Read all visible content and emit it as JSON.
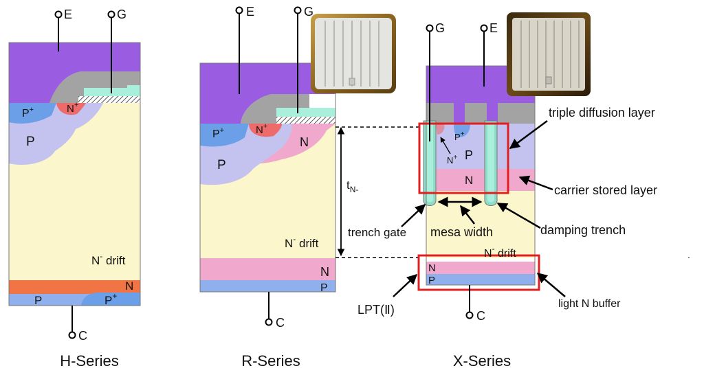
{
  "colors": {
    "metal": "#9a5ce0",
    "gate_poly": "#a3a3a3",
    "gate_oxide": "#a8f0dc",
    "p_plus": "#6b9fe8",
    "n_plus": "#ee6b6b",
    "p_base": "#c4c2ef",
    "n_layer": "#f0a8cc",
    "drift": "#fbf6cc",
    "n_buffer_h": "#f07444",
    "p_collector": "#8fb0ec",
    "highlight_box": "#e02020"
  },
  "h_series": {
    "caption": "H-Series",
    "terminal_e": "E",
    "terminal_g": "G",
    "terminal_c": "C",
    "p_plus": "P",
    "p_plus_sup": "+",
    "n_plus": "N",
    "n_plus_sup": "+",
    "p_base": "P",
    "drift": "N",
    "drift_sup": "-",
    "drift_suffix": " drift",
    "buffer_n": "N",
    "collector_p": "P",
    "collector_p_plus": "P",
    "collector_p_plus_sup": "+"
  },
  "r_series": {
    "caption": "R-Series",
    "terminal_e": "E",
    "terminal_g": "G",
    "terminal_c": "C",
    "p_plus": "P",
    "p_plus_sup": "+",
    "n_plus": "N",
    "n_plus_sup": "+",
    "n_layer": "N",
    "p_base": "P",
    "drift": "N",
    "drift_sup": "-",
    "drift_suffix": " drift",
    "buffer_n": "N",
    "collector_p": "P",
    "thickness_label": "t",
    "thickness_sub": "N-"
  },
  "x_series": {
    "caption": "X-Series",
    "terminal_g": "G",
    "terminal_e": "E",
    "terminal_c": "C",
    "p_plus": "P",
    "p_plus_sup": "+",
    "n_plus": "N",
    "n_plus_sup": "+",
    "p_base": "P",
    "cs_n": "N",
    "drift": "N",
    "drift_sup": "-",
    "drift_suffix": " drift",
    "buffer_n": "N",
    "collector_p": "P",
    "ann_triple_diffusion": "triple diffusion layer",
    "ann_carrier_stored": "carrier stored layer",
    "ann_damping_trench": "damping trench",
    "ann_mesa_width": "mesa width",
    "ann_trench_gate": "trench gate",
    "ann_light_n_buffer": "light N buffer",
    "ann_lpt": "LPT(Ⅱ)"
  }
}
